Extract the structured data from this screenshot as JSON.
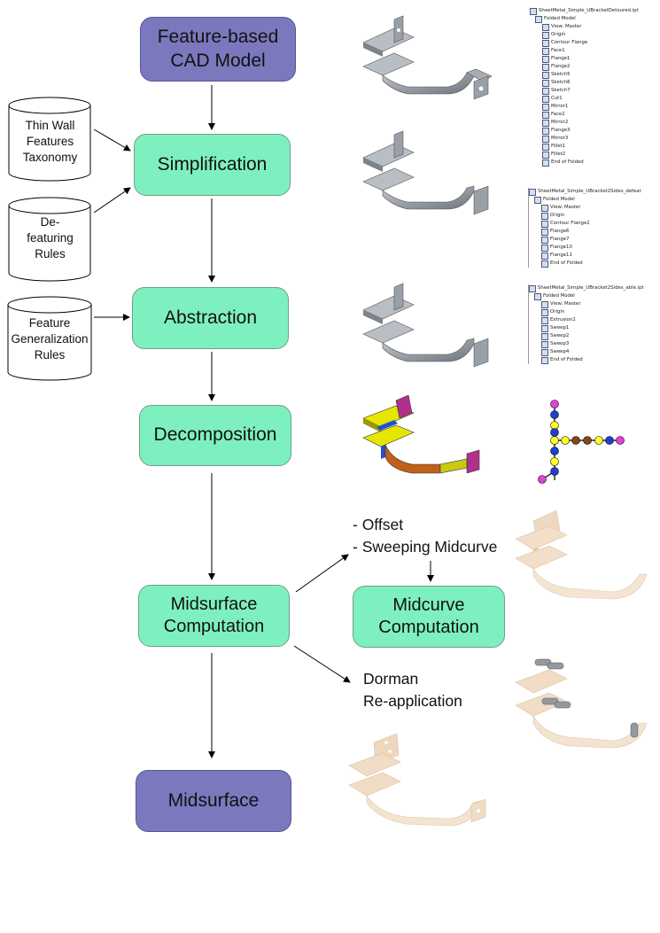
{
  "process": {
    "cad_model": "Feature-based\nCAD Model",
    "simplification": "Simplification",
    "abstraction": "Abstraction",
    "decomposition": "Decomposition",
    "midsurface_computation": "Midsurface\nComputation",
    "midcurve_computation": "Midcurve\nComputation",
    "midsurface": "Midsurface"
  },
  "inputs": {
    "taxonomy": "Thin Wall\nFeatures\nTaxonomy",
    "defeaturing": "De-\nfeaturing\nRules",
    "generalization": "Feature\nGeneralization\nRules"
  },
  "notes": {
    "midcurve_methods": "- Offset\n- Sweeping Midcurve",
    "dorman": "Dorman\nRe-application"
  },
  "trees": {
    "full": {
      "title": "SheetMetal_Simple_UBracketDetoured.ipt",
      "items": [
        "Folded Model",
        "View: Master",
        "Origin",
        "Contour Flange",
        "Face1",
        "Flange1",
        "Flange2",
        "Sketch5",
        "Sketch6",
        "Sketch7",
        "Cut1",
        "Mirror1",
        "Face2",
        "Mirror2",
        "Flange3",
        "Mirror3",
        "Fillet1",
        "Fillet2",
        "End of Folded"
      ]
    },
    "simplified": {
      "title": "SheetMetal_Simple_UBracket2Sides_defeat",
      "items": [
        "Folded Model",
        "View: Master",
        "Origin",
        "Contour Flange2",
        "Flange6",
        "Flange7",
        "Flange10",
        "Flange11",
        "End of Folded"
      ]
    },
    "abstracted": {
      "title": "SheetMetal_Simple_UBracket2Sides_able.ipt",
      "items": [
        "Folded Model",
        "View: Master",
        "Origin",
        "Extrusion2",
        "Sweep1",
        "Sweep2",
        "Sweep3",
        "Sweep4",
        "End of Folded"
      ]
    }
  },
  "colors": {
    "process_box": "#7ef0c0",
    "terminal_box": "#7b78bd",
    "metal": "#8f959e",
    "midsurface": "#e8c9a8"
  }
}
